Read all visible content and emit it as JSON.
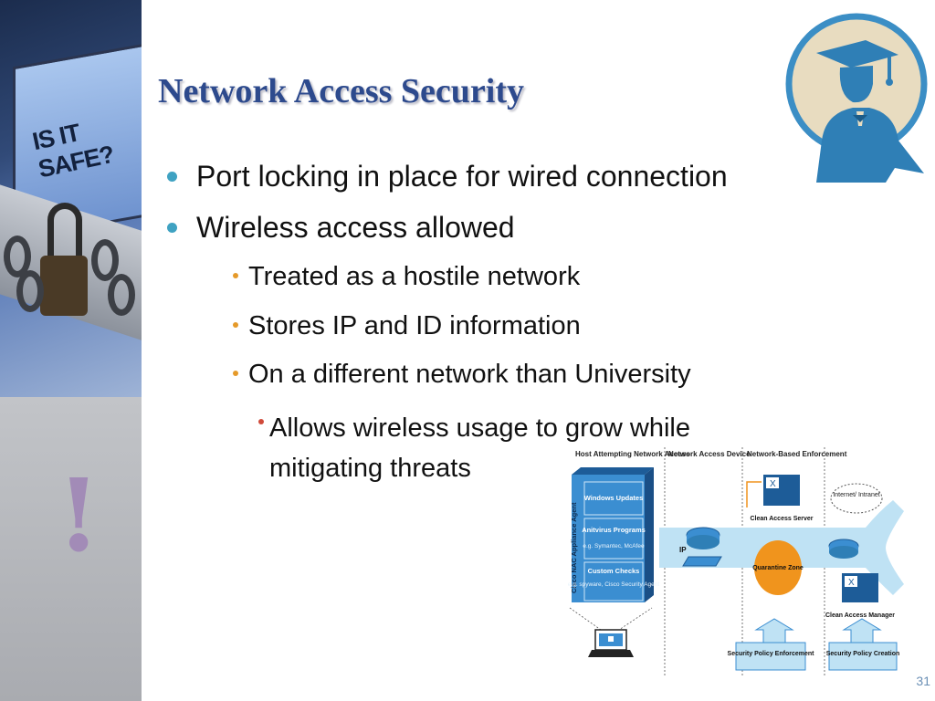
{
  "slide": {
    "title": "Network Access Security",
    "page_number": "31",
    "sidebar_photo_text": "IS IT SAFE?",
    "sidebar_mark": "!"
  },
  "bullets": {
    "level1": [
      "Port locking in place for wired connection",
      "Wireless access allowed"
    ],
    "level2": [
      "Treated as a hostile network",
      "Stores IP and ID information",
      "On a different network than University"
    ],
    "level3": [
      "Allows wireless usage to grow while mitigating threats"
    ]
  },
  "diagram": {
    "columns": [
      "Host Attempting Network Access",
      "Network Access Device",
      "Network-Based Enforcement"
    ],
    "agent_label": "Cisco NAC Appliance Agent",
    "agent_boxes": [
      {
        "title": "Windows Updates",
        "sub": ""
      },
      {
        "title": "Anitvirus Programs",
        "sub": "e.g. Symantec, McAfee"
      },
      {
        "title": "Custom Checks",
        "sub": "e.g. spyware, Cisco Security Agent"
      }
    ],
    "ip_label": "IP",
    "clean_access_server": "Clean Access Server",
    "quarantine_zone": "Quarantine Zone",
    "internet": "Internet/ Intranet",
    "clean_access_manager": "Clean Access Manager",
    "policy_enforcement": "Security Policy Enforcement",
    "policy_creation": "Security Policy Creation"
  },
  "colors": {
    "title": "#2d4a8d",
    "bullet_l1": "#3fa2c2",
    "bullet_l2": "#e59a2a",
    "bullet_l3": "#d04a3a",
    "diagram_blue": "#3b8ed1",
    "quarantine": "#f0941d"
  }
}
